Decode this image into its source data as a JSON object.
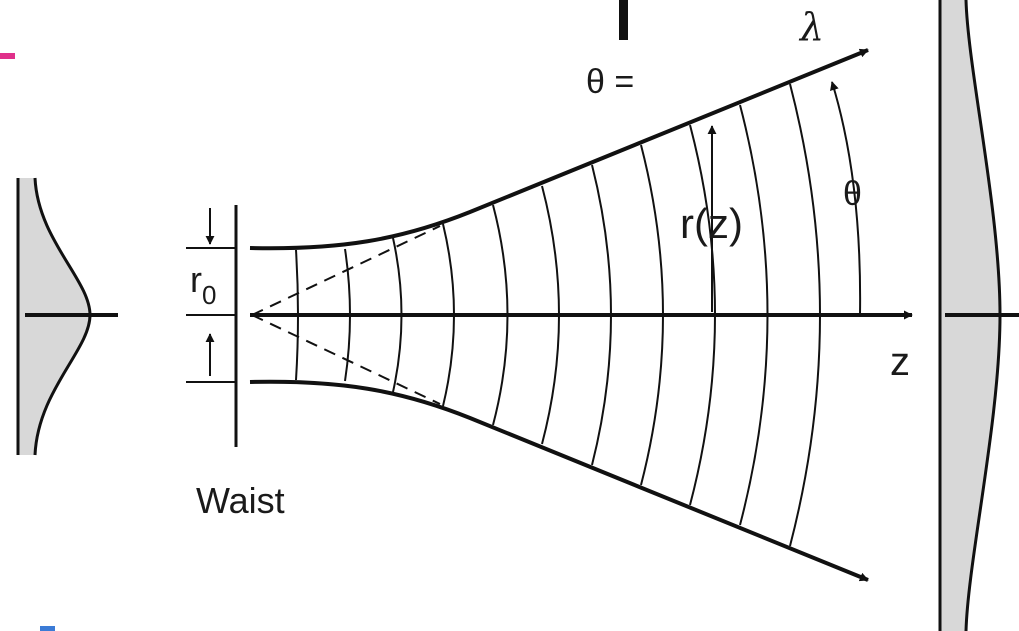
{
  "diagram": {
    "labels": {
      "theta_eq": "θ =",
      "lambda": "λ",
      "theta": "θ",
      "r_z": "r(z)",
      "r0_main": "r",
      "r0_sub": "0",
      "z_axis": "z",
      "waist": "Waist"
    },
    "colors": {
      "line": "#111111",
      "profile_fill": "#d8d8d8",
      "accent_pink": "#e0308a",
      "accent_blue": "#3b7bd6"
    },
    "icons": [
      "arrow-head-icon",
      "gaussian-profile-icon"
    ]
  }
}
